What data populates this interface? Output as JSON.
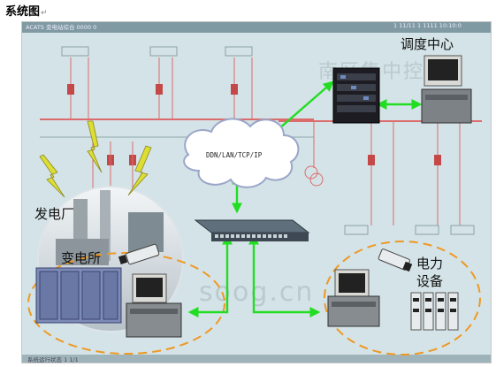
{
  "caption": "系统图",
  "paragraph_mark": "↵",
  "labels": {
    "dispatch_center": "调度中心",
    "network": "DDN/LAN/TCP/IP",
    "power_plant": "发电厂",
    "substation": "变电所",
    "power_equipment_1": "电力",
    "power_equipment_2": "设备"
  },
  "background": {
    "header_left": "ACATS 变电站综合 0000 0",
    "header_right": "1 11/11 1 1111 10:10:0",
    "title_watermark": "南区集中控制",
    "footer": "系统运行状态 1 1/1",
    "site_watermark": "soog.cn"
  },
  "colors": {
    "link_green": "#22dd22",
    "dash_orange": "#ee9922",
    "lightning": "#dddd33",
    "screen_bg": "#d4e3e7",
    "grid_red": "#dc6b6b"
  }
}
